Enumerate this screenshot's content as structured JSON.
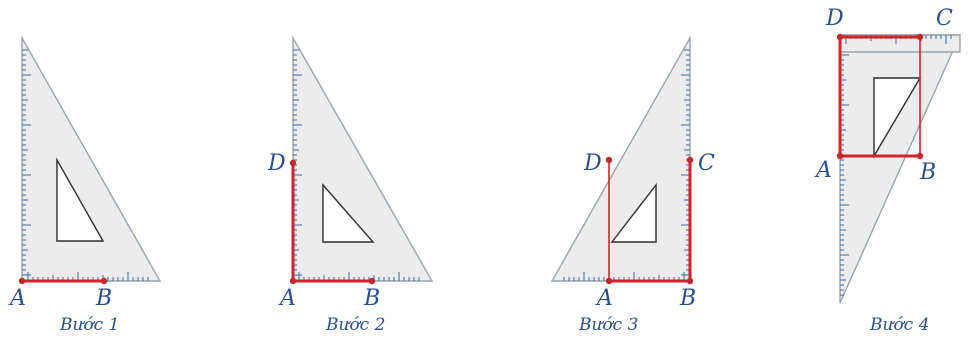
{
  "steps": [
    {
      "caption": "Bước 1",
      "labels": {
        "A": "A",
        "B": "B"
      }
    },
    {
      "caption": "Bước 2",
      "labels": {
        "A": "A",
        "B": "B",
        "D": "D"
      }
    },
    {
      "caption": "Bước 3",
      "labels": {
        "A": "A",
        "B": "B",
        "C": "C",
        "D": "D"
      }
    },
    {
      "caption": "Bước 4",
      "labels": {
        "A": "A",
        "B": "B",
        "C": "C",
        "D": "D"
      }
    }
  ],
  "colors": {
    "construction": "#d2232a",
    "label": "#2b4f8c",
    "ruler": "#ececec"
  }
}
